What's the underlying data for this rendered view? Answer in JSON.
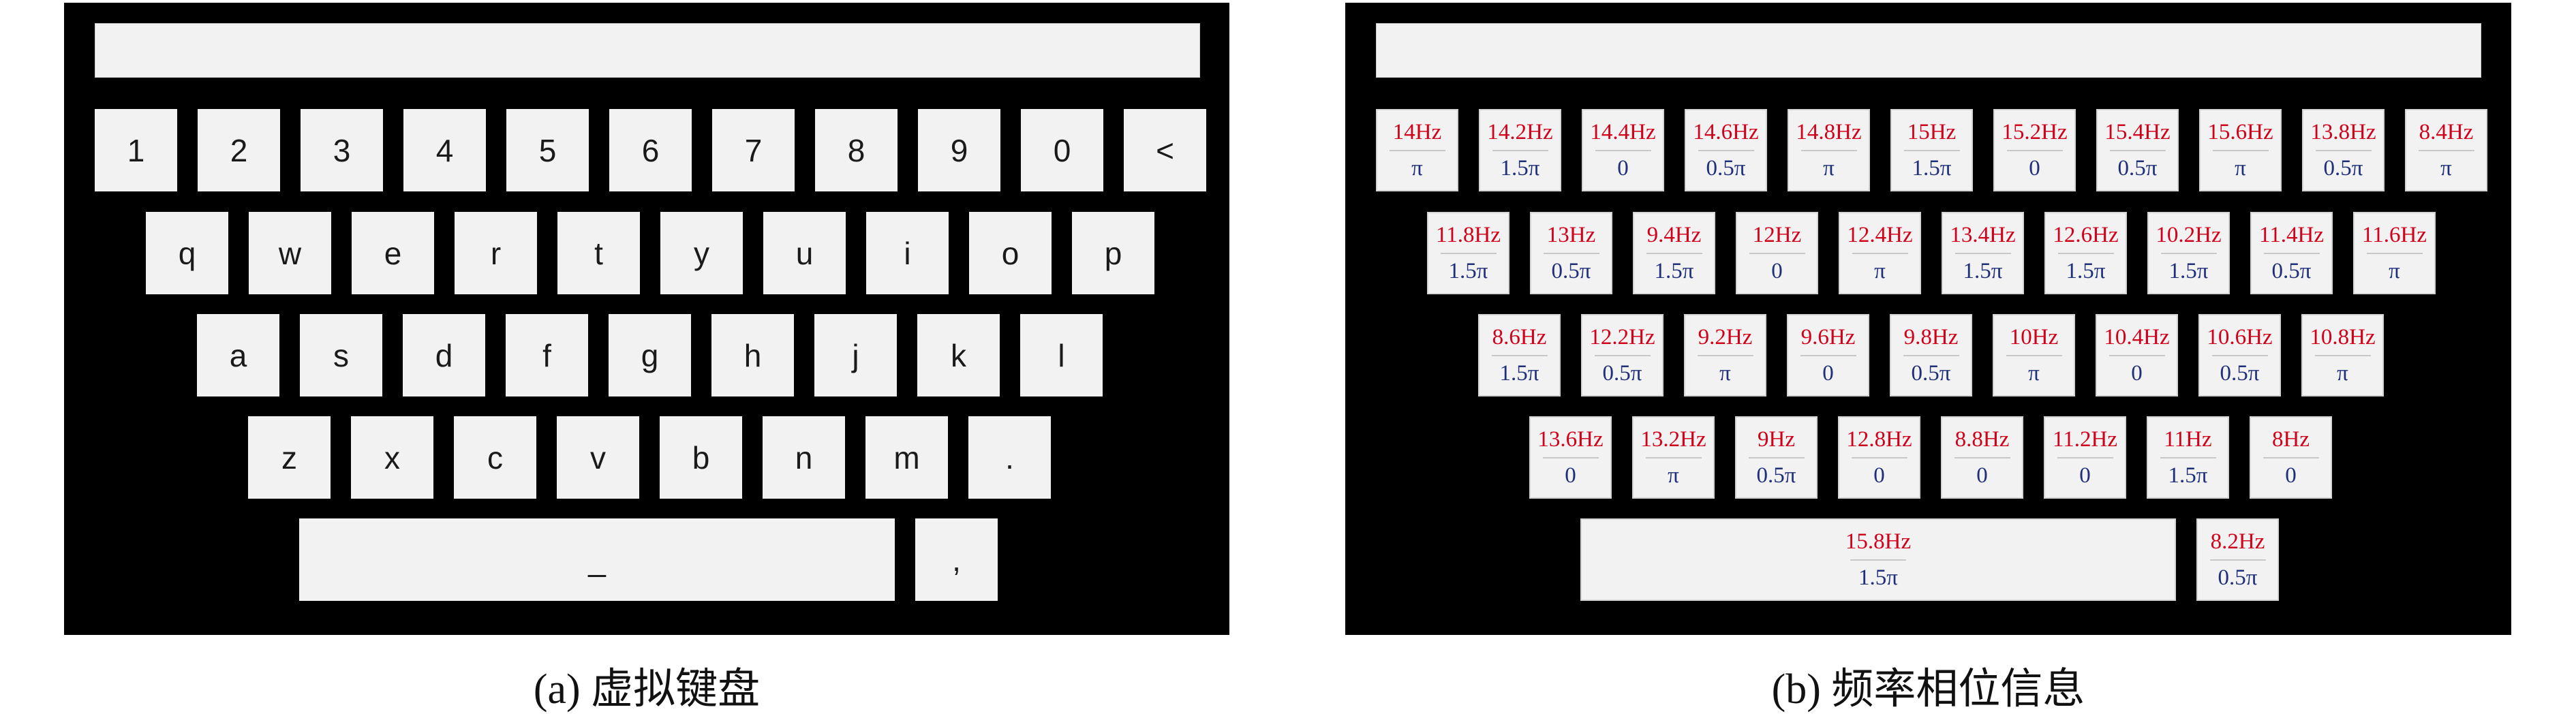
{
  "panel_a": {
    "caption": "(a) 虚拟键盘",
    "rows": [
      [
        "1",
        "2",
        "3",
        "4",
        "5",
        "6",
        "7",
        "8",
        "9",
        "0",
        "<"
      ],
      [
        "q",
        "w",
        "e",
        "r",
        "t",
        "y",
        "u",
        "i",
        "o",
        "p"
      ],
      [
        "a",
        "s",
        "d",
        "f",
        "g",
        "h",
        "j",
        "k",
        "l"
      ],
      [
        "z",
        "x",
        "c",
        "v",
        "b",
        "n",
        "m",
        "."
      ],
      [
        "_",
        ","
      ]
    ]
  },
  "panel_b": {
    "caption": "(b) 频率相位信息",
    "rows": [
      [
        {
          "freq": "14Hz",
          "phase": "π"
        },
        {
          "freq": "14.2Hz",
          "phase": "1.5π"
        },
        {
          "freq": "14.4Hz",
          "phase": "0"
        },
        {
          "freq": "14.6Hz",
          "phase": "0.5π"
        },
        {
          "freq": "14.8Hz",
          "phase": "π"
        },
        {
          "freq": "15Hz",
          "phase": "1.5π"
        },
        {
          "freq": "15.2Hz",
          "phase": "0"
        },
        {
          "freq": "15.4Hz",
          "phase": "0.5π"
        },
        {
          "freq": "15.6Hz",
          "phase": "π"
        },
        {
          "freq": "13.8Hz",
          "phase": "0.5π"
        },
        {
          "freq": "8.4Hz",
          "phase": "π"
        }
      ],
      [
        {
          "freq": "11.8Hz",
          "phase": "1.5π"
        },
        {
          "freq": "13Hz",
          "phase": "0.5π"
        },
        {
          "freq": "9.4Hz",
          "phase": "1.5π"
        },
        {
          "freq": "12Hz",
          "phase": "0"
        },
        {
          "freq": "12.4Hz",
          "phase": "π"
        },
        {
          "freq": "13.4Hz",
          "phase": "1.5π"
        },
        {
          "freq": "12.6Hz",
          "phase": "1.5π"
        },
        {
          "freq": "10.2Hz",
          "phase": "1.5π"
        },
        {
          "freq": "11.4Hz",
          "phase": "0.5π"
        },
        {
          "freq": "11.6Hz",
          "phase": "π"
        }
      ],
      [
        {
          "freq": "8.6Hz",
          "phase": "1.5π"
        },
        {
          "freq": "12.2Hz",
          "phase": "0.5π"
        },
        {
          "freq": "9.2Hz",
          "phase": "π"
        },
        {
          "freq": "9.6Hz",
          "phase": "0"
        },
        {
          "freq": "9.8Hz",
          "phase": "0.5π"
        },
        {
          "freq": "10Hz",
          "phase": "π"
        },
        {
          "freq": "10.4Hz",
          "phase": "0"
        },
        {
          "freq": "10.6Hz",
          "phase": "0.5π"
        },
        {
          "freq": "10.8Hz",
          "phase": "π"
        }
      ],
      [
        {
          "freq": "13.6Hz",
          "phase": "0"
        },
        {
          "freq": "13.2Hz",
          "phase": "π"
        },
        {
          "freq": "9Hz",
          "phase": "0.5π"
        },
        {
          "freq": "12.8Hz",
          "phase": "0"
        },
        {
          "freq": "8.8Hz",
          "phase": "0"
        },
        {
          "freq": "11.2Hz",
          "phase": "0"
        },
        {
          "freq": "11Hz",
          "phase": "1.5π"
        },
        {
          "freq": "8Hz",
          "phase": "0"
        }
      ],
      [
        {
          "freq": "15.8Hz",
          "phase": "1.5π"
        },
        {
          "freq": "8.2Hz",
          "phase": "0.5π"
        }
      ]
    ]
  },
  "colors": {
    "panel_bg": "#000000",
    "key_bg": "#f2f2f2",
    "frequency_text": "#d0021b",
    "phase_text": "#1f2f7a"
  }
}
